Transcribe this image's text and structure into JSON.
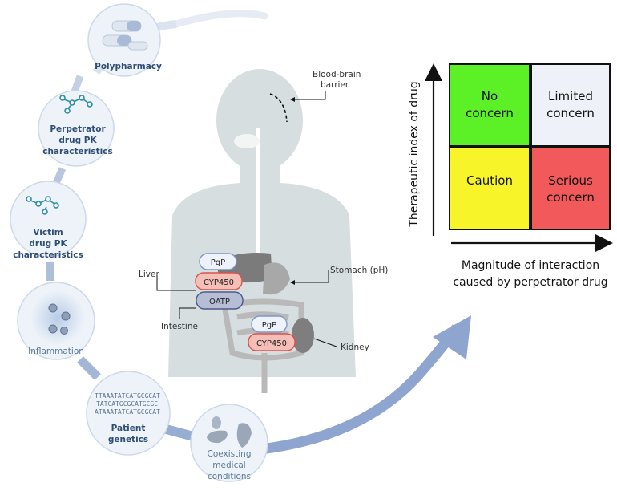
{
  "factors": [
    {
      "id": "polypharmacy",
      "lines": [
        "Polypharmacy"
      ]
    },
    {
      "id": "perpetrator",
      "lines": [
        "Perpetrator",
        "drug PK",
        "characteristics"
      ]
    },
    {
      "id": "victim",
      "lines": [
        "Victim",
        "drug PK",
        "characteristics"
      ]
    },
    {
      "id": "inflammation",
      "lines": [
        "Inflammation"
      ]
    },
    {
      "id": "genetics",
      "lines": [
        "Patient",
        "genetics"
      ]
    },
    {
      "id": "coexisting",
      "lines": [
        "Coexisting",
        "medical",
        "conditions"
      ]
    }
  ],
  "genetics_sequence": [
    "TTAAATATCATGCGCAT",
    "TATCATGCGCATGCGC",
    "ATAAATATCATGCGCAT"
  ],
  "body": {
    "bbb": [
      "Blood-brain",
      "barrier"
    ],
    "stomach": "Stomach (pH)",
    "liver": "Liver",
    "intestine": "Intestine",
    "kidney": "Kidney",
    "transporters": {
      "pgp_liver": "PgP",
      "cyp_liver": "CYP450",
      "oatp": "OATP",
      "pgp_kidney": "PgP",
      "cyp_kidney": "CYP450"
    }
  },
  "matrix": {
    "no_concern": [
      "No",
      "concern"
    ],
    "limited_concern": [
      "Limited",
      "concern"
    ],
    "caution": [
      "Caution"
    ],
    "serious_concern": [
      "Serious",
      "concern"
    ],
    "y_axis": "Therapeutic index of drug",
    "x_axis": [
      "Magnitude of interaction",
      "caused by perpetrator drug"
    ],
    "colors": {
      "no_concern": "#5cf026",
      "limited_concern": "#eef2f8",
      "caution": "#f7f52a",
      "serious_concern": "#f2595b"
    }
  }
}
